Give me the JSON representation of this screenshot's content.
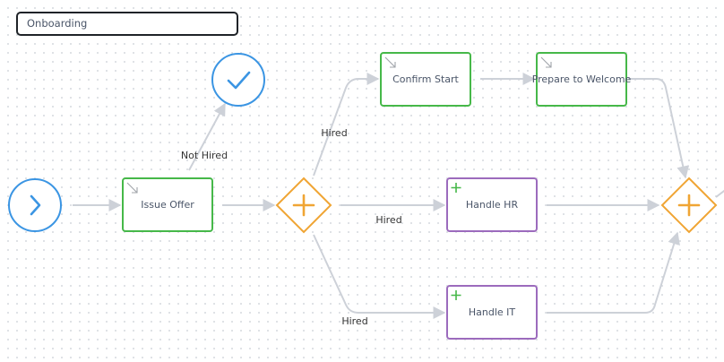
{
  "process": {
    "title": "Onboarding"
  },
  "nodes": {
    "issue_offer": "Issue Offer",
    "confirm_start": "Confirm Start",
    "prepare_welcome": "Prepare to Welcome",
    "handle_hr": "Handle HR",
    "handle_it": "Handle IT"
  },
  "edges": {
    "not_hired": "Not Hired",
    "hired_top": "Hired",
    "hired_mid": "Hired",
    "hired_bottom": "Hired"
  },
  "colors": {
    "event": "#3b95e3",
    "manual_task": "#46b849",
    "sub_process": "#9c6bbd",
    "gateway": "#f0a534",
    "edge": "#cdd1d8"
  }
}
